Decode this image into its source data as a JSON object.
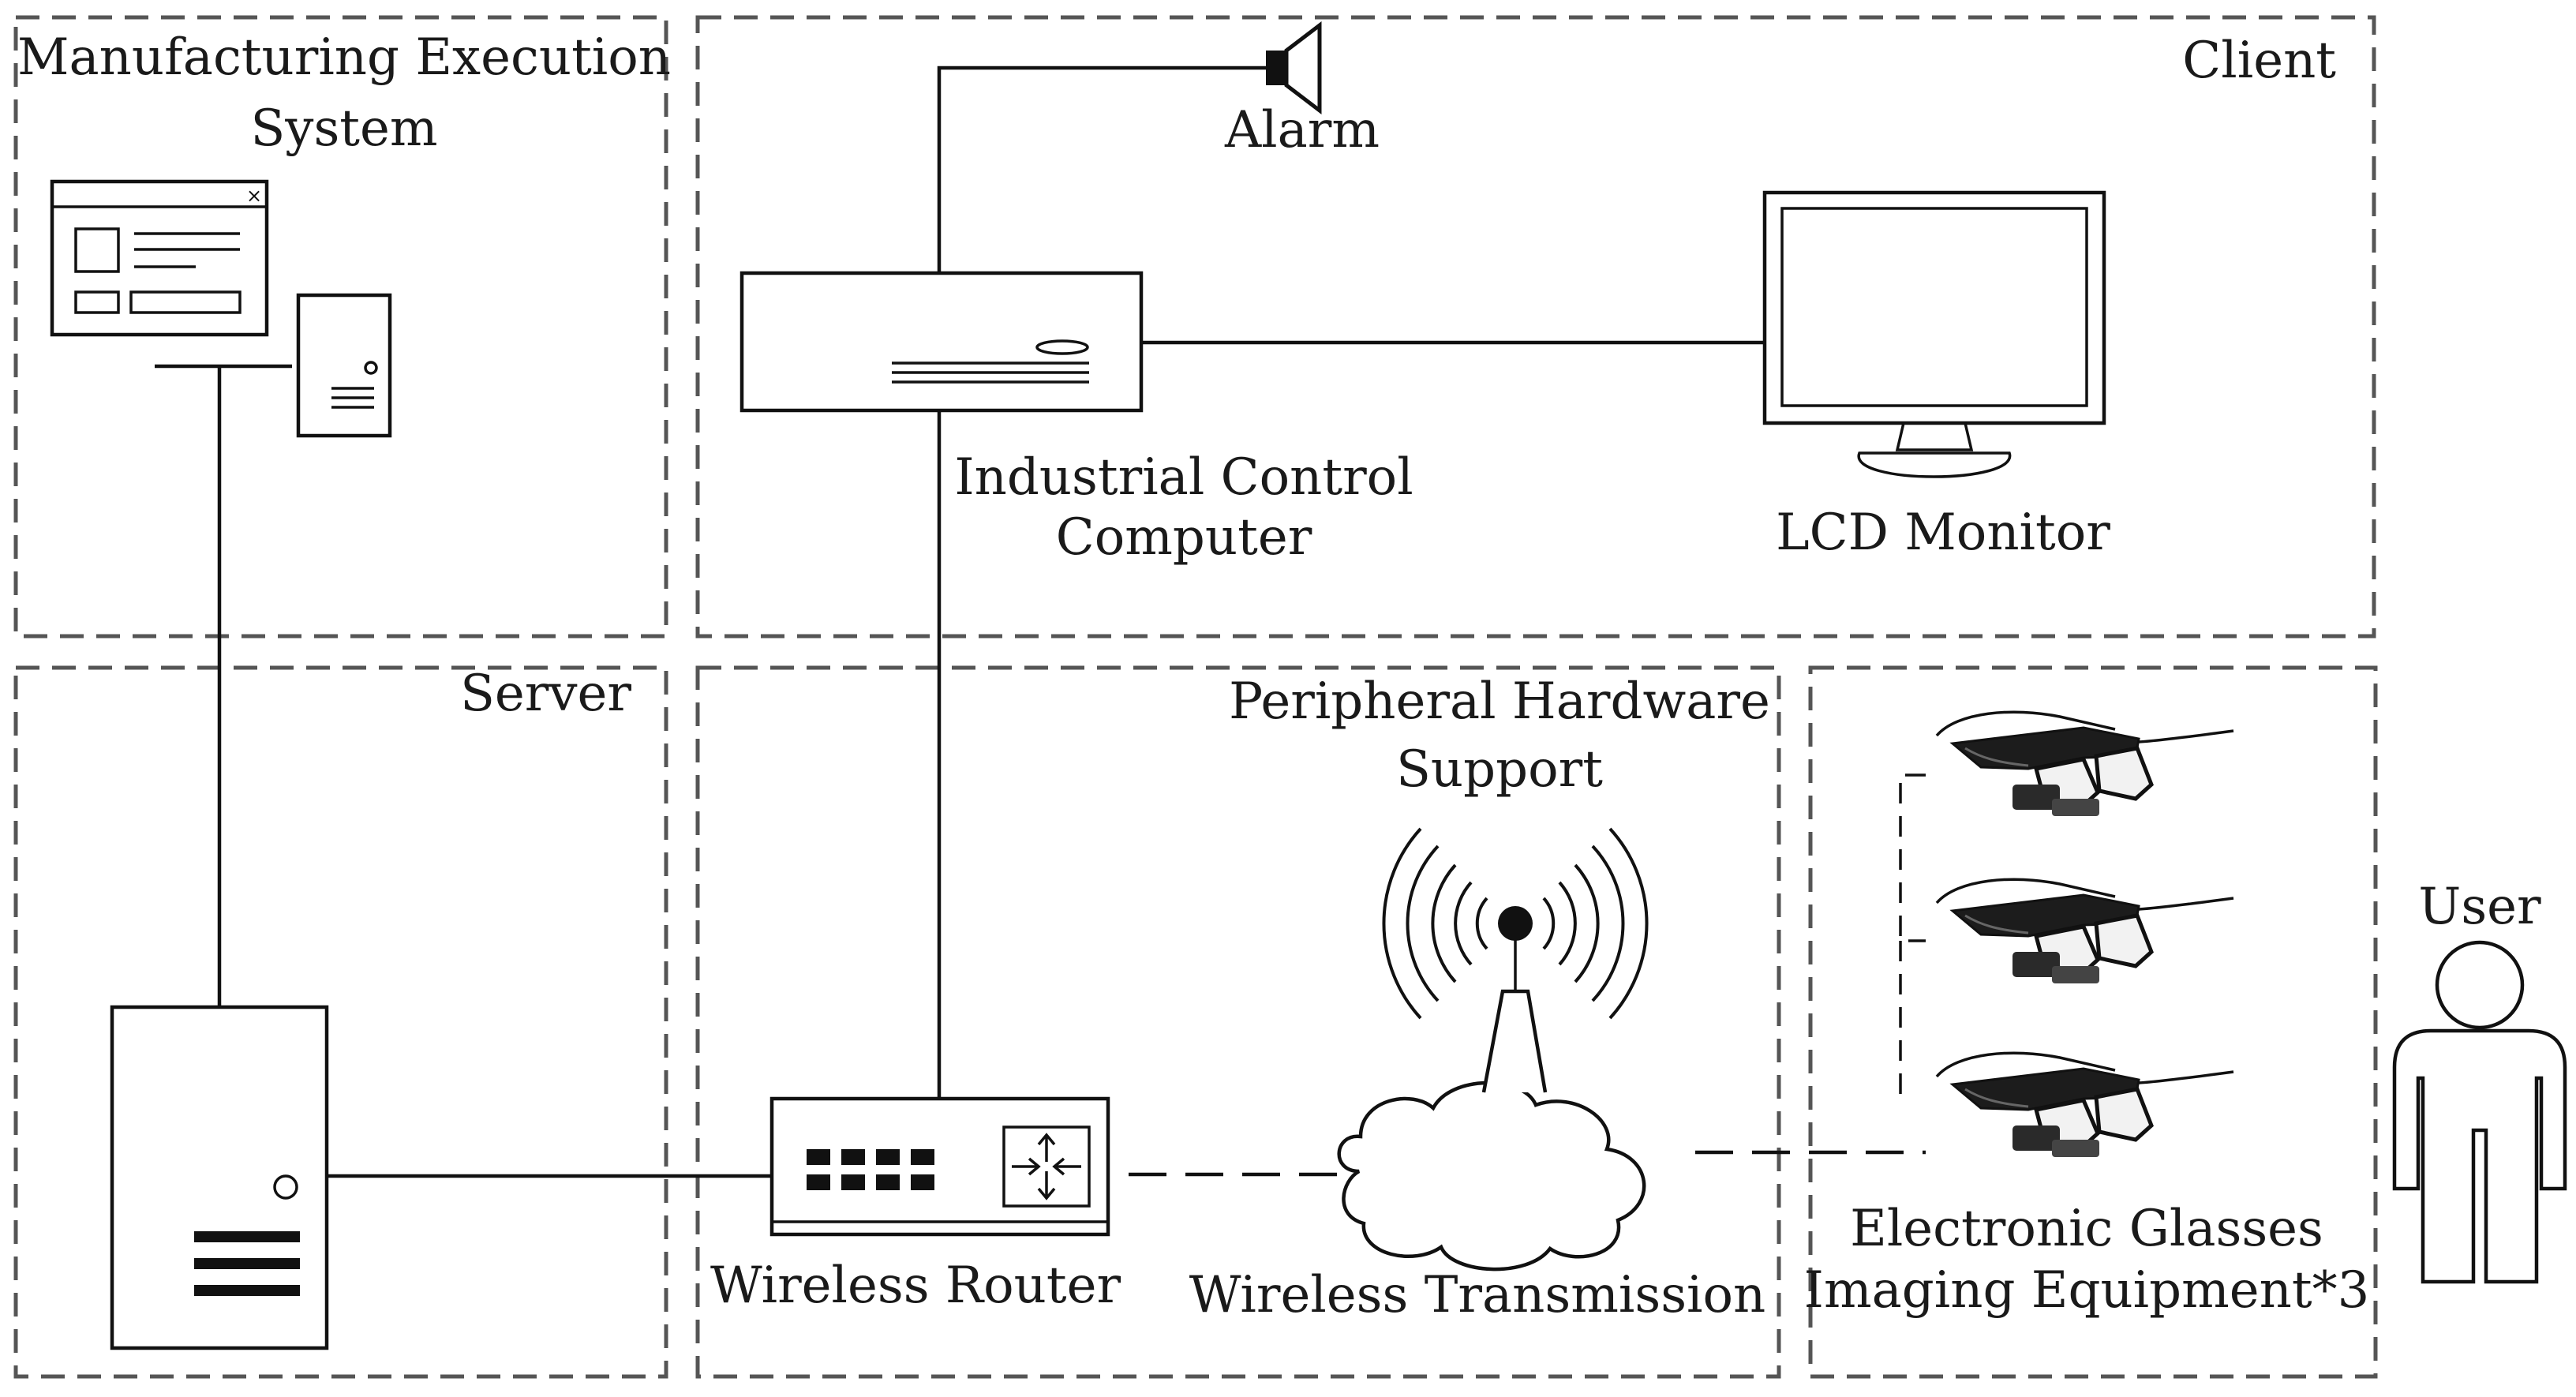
{
  "regions": {
    "mes": {
      "title_line1": "Manufacturing Execution",
      "title_line2": "System"
    },
    "client": {
      "title": "Client"
    },
    "server": {
      "title": "Server"
    },
    "peripheral": {
      "title_line1": "Peripheral Hardware",
      "title_line2": "Support"
    }
  },
  "nodes": {
    "alarm": "Alarm",
    "ipc_line1": "Industrial Control",
    "ipc_line2": "Computer",
    "lcd": "LCD Monitor",
    "router": "Wireless Router",
    "transmission": "Wireless Transmission",
    "glasses_line1": "Electronic Glasses",
    "glasses_line2": "Imaging Equipment*3",
    "user": "User"
  },
  "icons": [
    "browser-window-icon",
    "desktop-tower-icon",
    "speaker-icon",
    "industrial-pc-icon",
    "lcd-monitor-icon",
    "server-tower-icon",
    "router-icon",
    "antenna-cloud-icon",
    "smart-glasses-icon",
    "user-person-icon"
  ],
  "colors": {
    "line": "#111111",
    "region_border": "#555555",
    "background": "#ffffff"
  }
}
